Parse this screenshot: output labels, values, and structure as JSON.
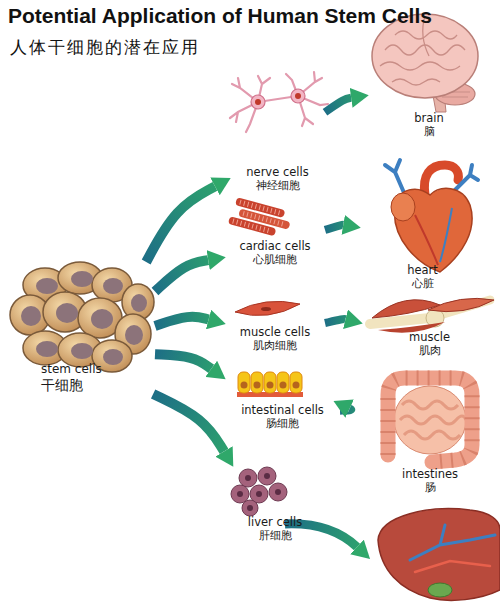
{
  "diagram": {
    "title": "Potential Application of Human Stem Cells",
    "nodes": [
      {
        "text": [
          "stem cells",
          "干细胞"
        ]
      },
      {
        "text": [
          "nerve cells",
          "神经细胞"
        ]
      },
      {
        "text": [
          "brain",
          "脑"
        ]
      },
      {
        "text": [
          "cardiac cells",
          "心肌细胞"
        ]
      },
      {
        "text": [
          "heart",
          "心脏"
        ]
      },
      {
        "text": [
          "muscle cells",
          "肌肉细胞"
        ]
      },
      {
        "text": [
          "muscle",
          "肌肉"
        ]
      },
      {
        "text": [
          "intestinal cells",
          "肠细胞"
        ]
      },
      {
        "text": [
          "intestines",
          "肠"
        ]
      },
      {
        "text": [
          "liver cells",
          "肝细胞"
        ]
      }
    ],
    "edges": [
      {
        "from": 0,
        "to": 1,
        "arrow": "to"
      },
      {
        "from": 0,
        "to": 3,
        "arrow": "to"
      },
      {
        "from": 0,
        "to": 5,
        "arrow": "to"
      },
      {
        "from": 0,
        "to": 7,
        "arrow": "to"
      },
      {
        "from": 0,
        "to": 9,
        "arrow": "to"
      },
      {
        "from": 1,
        "to": 2,
        "arrow": "to"
      },
      {
        "from": 3,
        "to": 4,
        "arrow": "to"
      },
      {
        "from": 5,
        "to": 6,
        "arrow": "to"
      },
      {
        "from": 7,
        "to": 8,
        "arrow": "to"
      }
    ],
    "labels": [
      "人体干细胞的潜在应用"
    ]
  }
}
